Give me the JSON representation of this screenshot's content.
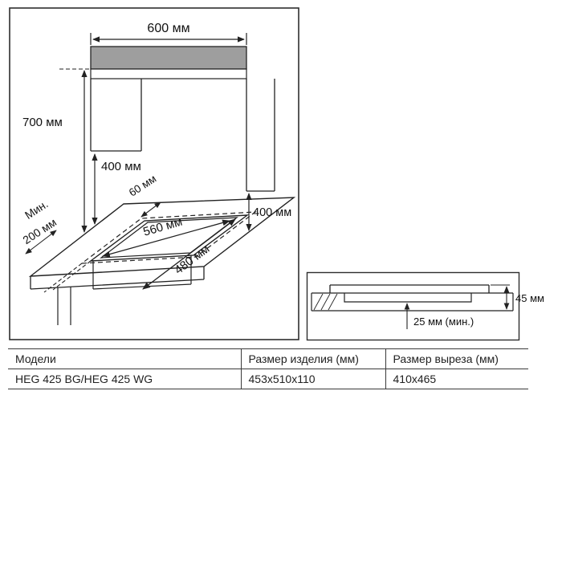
{
  "install_diagram": {
    "dim_top_width": "600 мм",
    "dim_wall_height": "700 мм",
    "dim_cabinet_clearance": "400 мм",
    "dim_side_clearance": "400 мм",
    "dim_back_gap": "60 мм",
    "min_front_label_line1": "Мин.",
    "min_front_label_line2": "200 мм",
    "dim_cutout_width": "560 мм",
    "dim_cutout_depth": "480 мм",
    "hood_fill": "#9e9e9e"
  },
  "section_diagram": {
    "dim_built_in_height": "45 мм",
    "dim_min_clearance": "25 мм (мин.)"
  },
  "spec_table": {
    "headers": [
      "Модели",
      "Размер изделия (мм)",
      "Размер выреза (мм)"
    ],
    "rows": [
      {
        "model": "HEG 425 BG/HEG 425 WG",
        "product_size": "453x510x110",
        "cutout_size": "410x465"
      }
    ]
  }
}
